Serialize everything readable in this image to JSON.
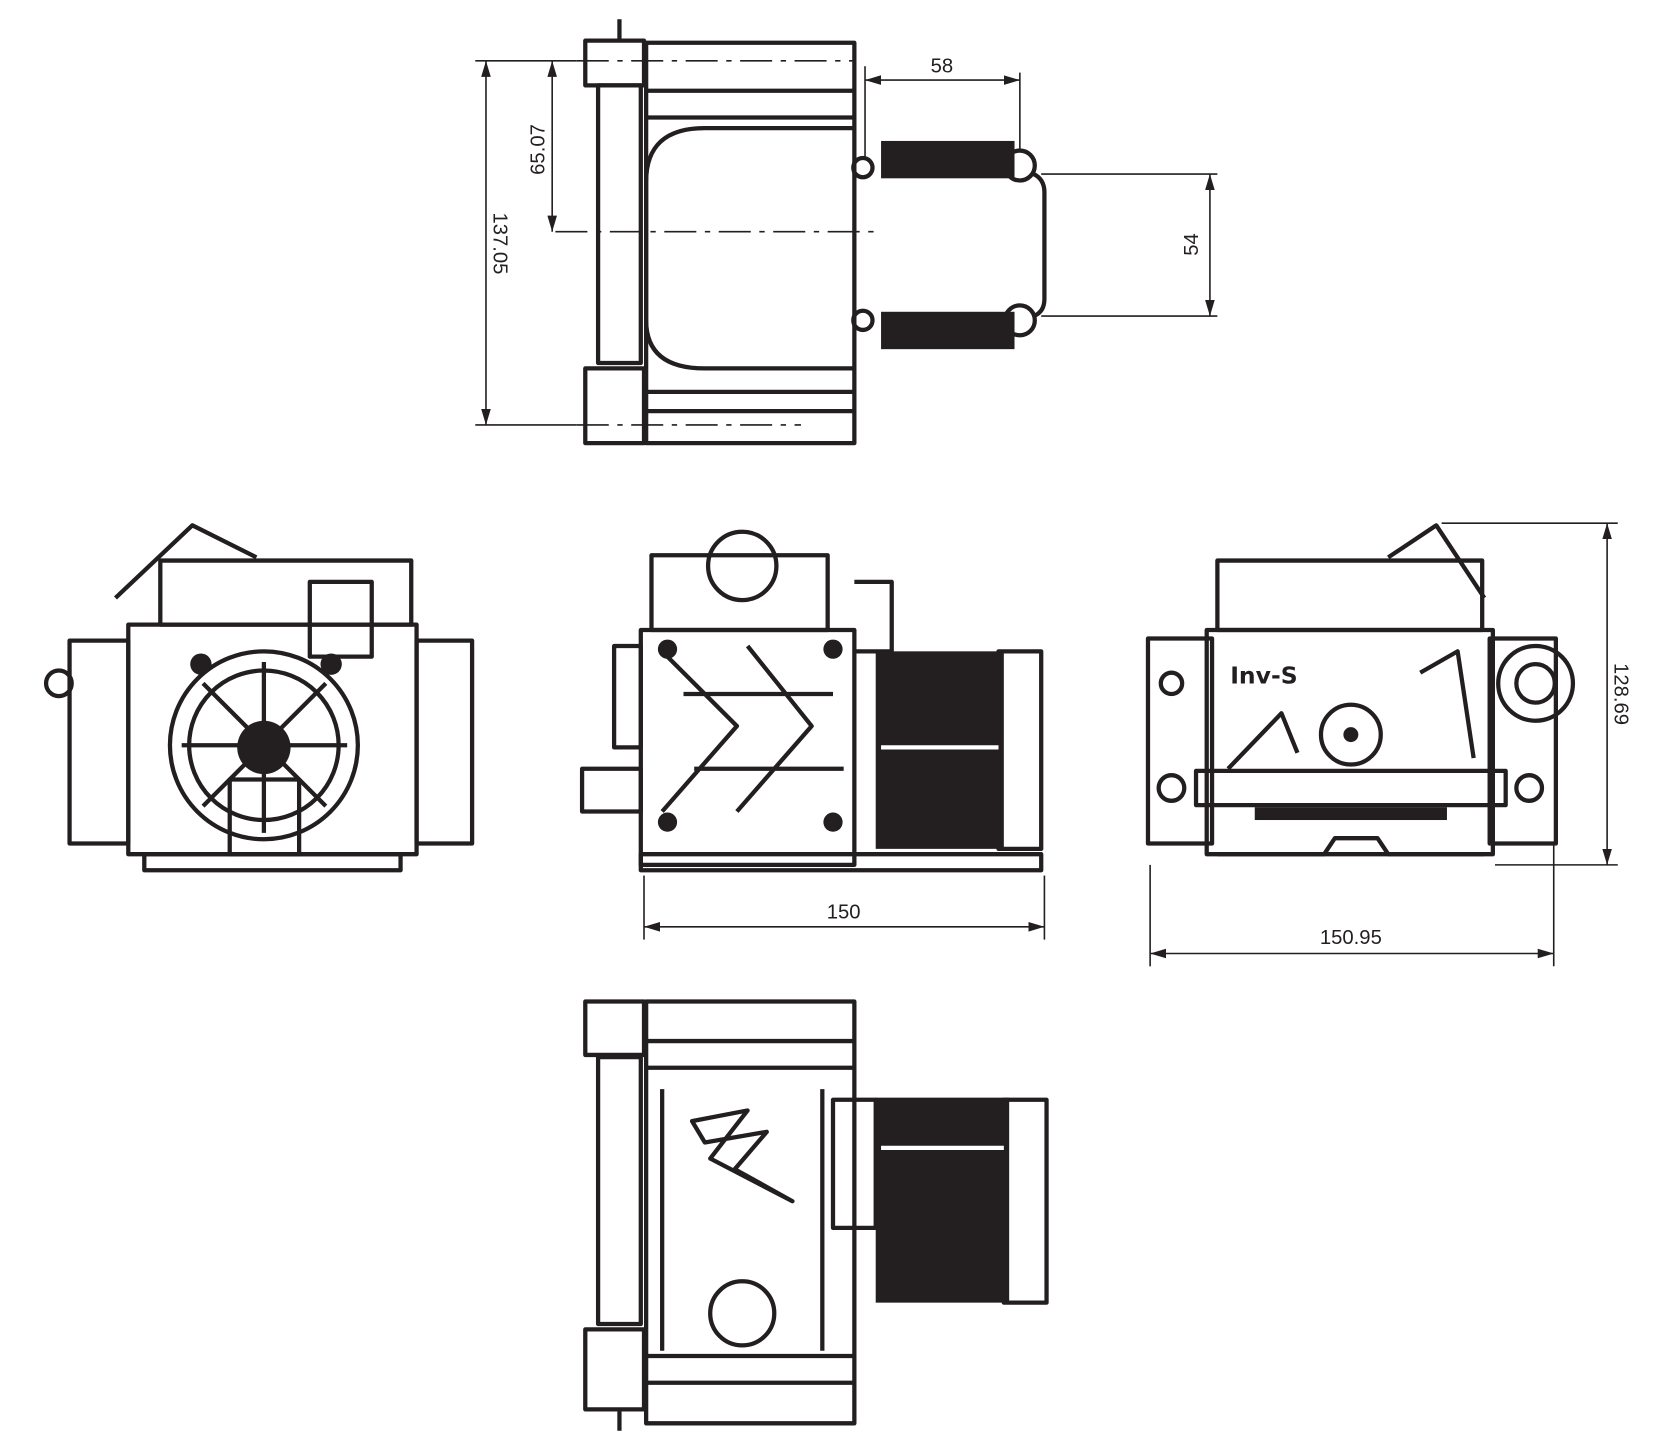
{
  "drawing": {
    "views": [
      "top",
      "left",
      "front",
      "right",
      "bottom"
    ],
    "dimensions": {
      "top_width": "58",
      "top_offset": "65.07",
      "top_length": "137.05",
      "top_spacing": "54",
      "front_width": "150",
      "right_width": "150.95",
      "right_height": "128.69"
    },
    "marking": "Inv-S",
    "line_color": "#231f20"
  }
}
